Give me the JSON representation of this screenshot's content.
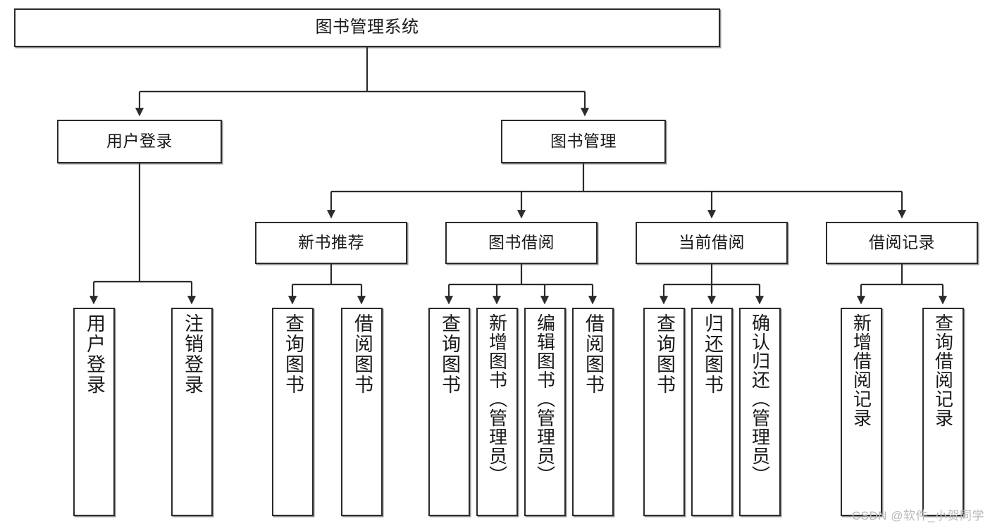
{
  "diagram": {
    "title": "图书管理系统",
    "type": "tree-hierarchy-chart",
    "colors": {
      "box_border": "#2b2b2b",
      "box_fill": "#ffffff",
      "edge": "#2b2b2b",
      "text": "#1a1a1a",
      "watermark": "#b9b9b9",
      "background": "#ffffff"
    },
    "root": {
      "label": "图书管理系统"
    },
    "level2": [
      {
        "label": "用户登录"
      },
      {
        "label": "图书管理"
      }
    ],
    "level3": [
      {
        "label": "新书推荐"
      },
      {
        "label": "图书借阅"
      },
      {
        "label": "当前借阅"
      },
      {
        "label": "借阅记录"
      }
    ],
    "leaves": {
      "user_login": [
        {
          "label": "用户登录"
        },
        {
          "label": "注销登录"
        }
      ],
      "new_book": [
        {
          "label": "查询图书"
        },
        {
          "label": "借阅图书"
        }
      ],
      "book_borrow": [
        {
          "label": "查询图书"
        },
        {
          "label": "新增图书（管理员）"
        },
        {
          "label": "编辑图书（管理员）"
        },
        {
          "label": "借阅图书"
        }
      ],
      "current_borrow": [
        {
          "label": "查询图书"
        },
        {
          "label": "归还图书"
        },
        {
          "label": "确认归还（管理员）"
        }
      ],
      "borrow_record": [
        {
          "label": "新增借阅记录"
        },
        {
          "label": "查询借阅记录"
        }
      ]
    }
  },
  "watermark": {
    "text": "CSDN @软件_小贺同学"
  }
}
